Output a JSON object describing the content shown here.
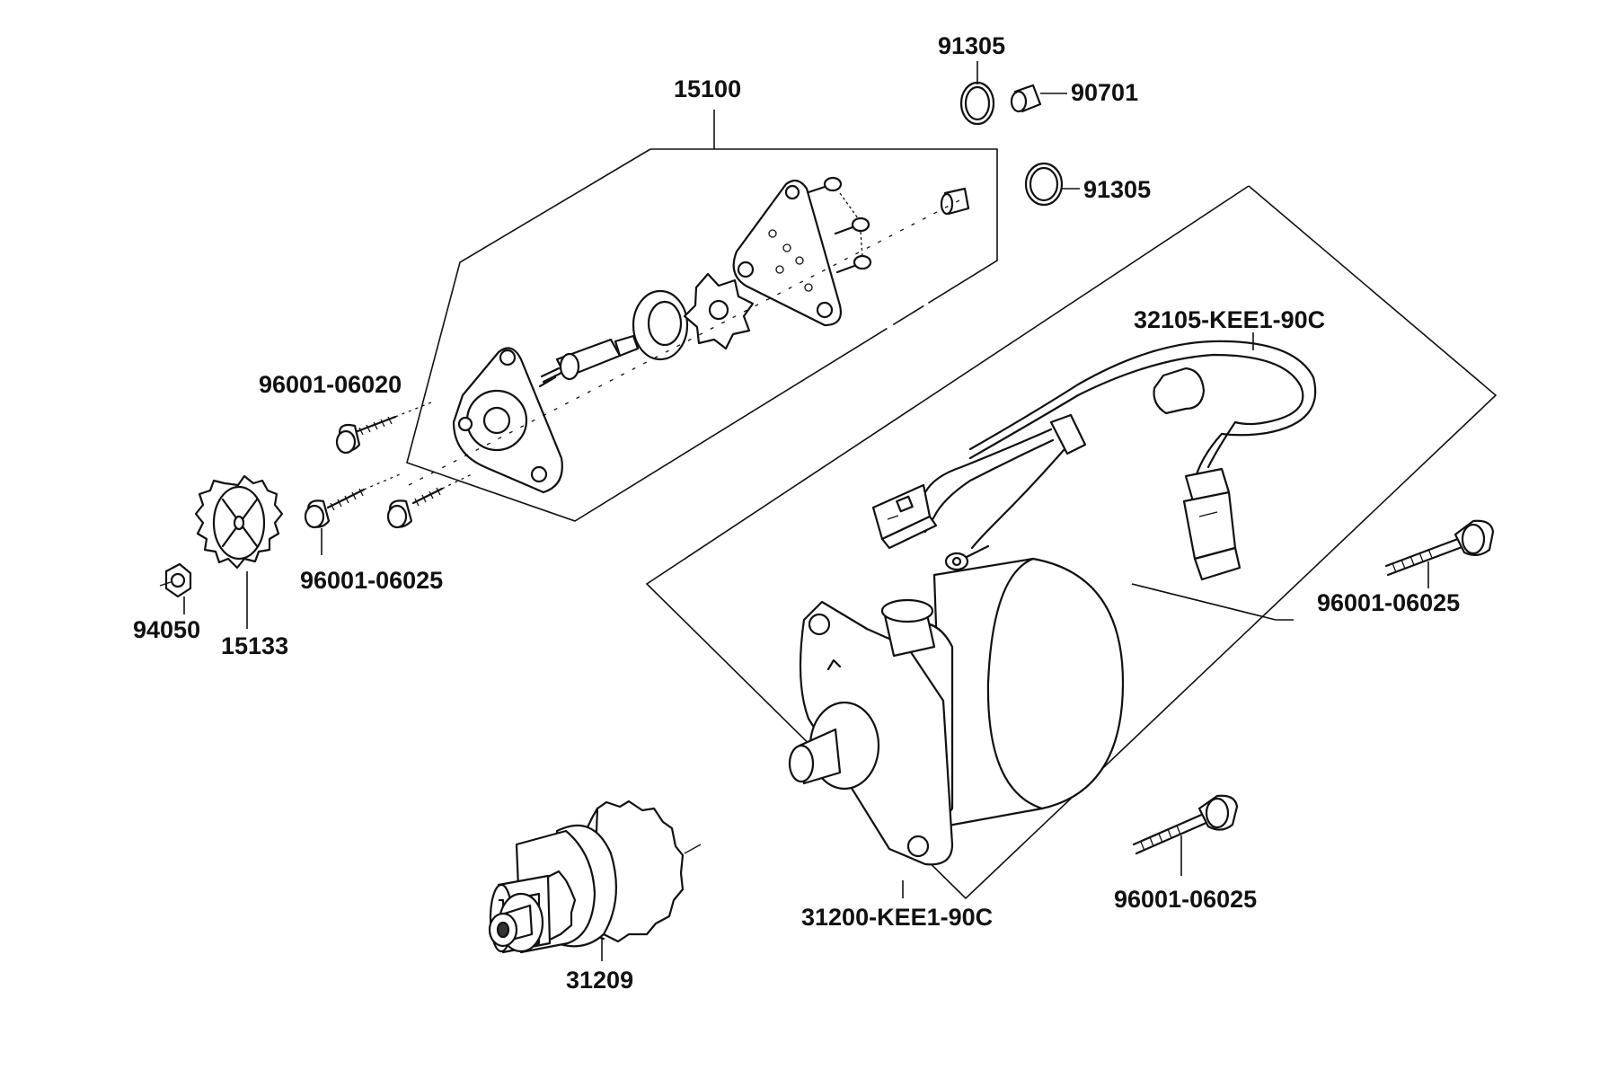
{
  "labels": {
    "p15100": "15100",
    "p91305_top": "91305",
    "p90701": "90701",
    "p91305_mid": "91305",
    "p32105": "32105-KEE1-90C",
    "p96001_06020": "96001-06020",
    "p96001_06025_left": "96001-06025",
    "p94050": "94050",
    "p15133": "15133",
    "p96001_06025_right": "96001-06025",
    "p31200": "31200-KEE1-90C",
    "p96001_06025_bottom": "96001-06025",
    "p31209": "31209"
  },
  "icons": [
    "oil-pump-assembly-icon",
    "o-ring-icon",
    "cap-icon",
    "wire-harness-icon",
    "bolt-icon",
    "nut-icon",
    "sprocket-icon",
    "starter-motor-icon",
    "starter-clutch-gear-icon"
  ],
  "colors": {
    "ink": "#111111",
    "background": "#ffffff"
  }
}
